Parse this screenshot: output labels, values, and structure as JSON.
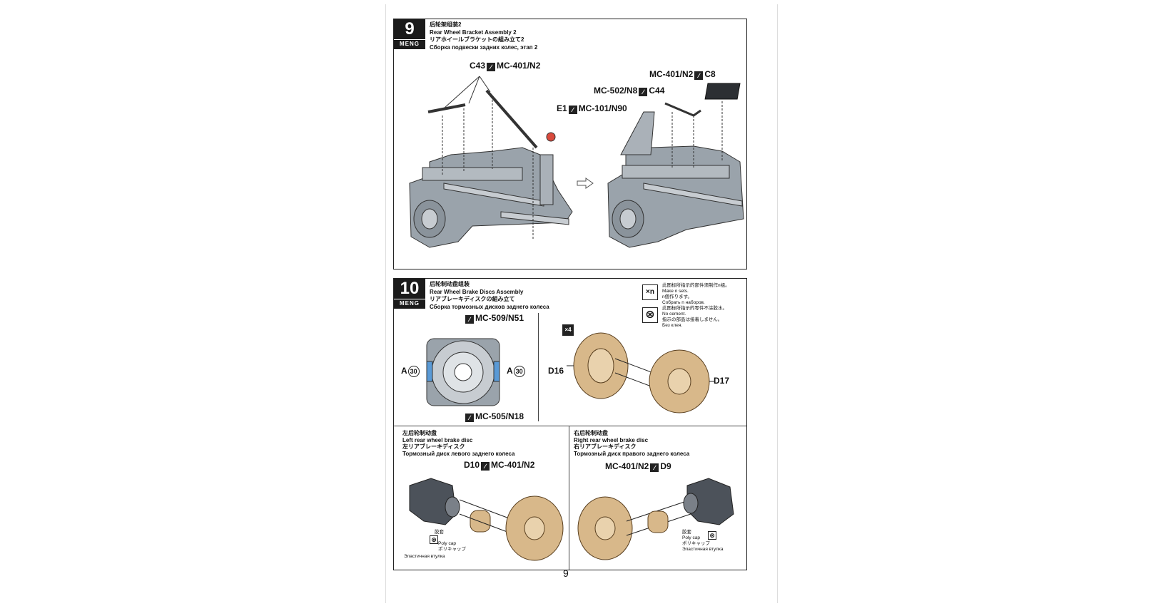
{
  "step9": {
    "number": "9",
    "brand": "MENG",
    "title_cn": "后轮架组装2",
    "title_en": "Rear Wheel Bracket Assembly 2",
    "title_jp": "リアホイールブラケットの組み立て2",
    "title_ru": "Сборка подвески задних колес, этап 2",
    "callouts": {
      "c43_part": "C43",
      "c43_cement": "MC-401/N2",
      "e1_part": "E1",
      "e1_cement": "MC-101/N90",
      "c8_cement": "MC-401/N2",
      "c8_part": "C8",
      "c44_cement": "MC-502/N8",
      "c44_part": "C44"
    }
  },
  "step10": {
    "number": "10",
    "brand": "MENG",
    "title_cn": "后轮制动盘组装",
    "title_en": "Rear Wheel Brake Discs Assembly",
    "title_jp": "リアブレーキディスクの組み立て",
    "title_ru": "Сборка тормозных дисков заднего колеса",
    "legend": {
      "xn_symbol": "×n",
      "xn_cn": "此图标所指示的部件须制作n组。",
      "xn_en": "Make n sets.",
      "xn_jp": "n個作ります。",
      "xn_ru": "Собрать n наборов.",
      "nocement_symbol": "⊗",
      "nocement_cn": "此图标所指示的零件不涂胶水。",
      "nocement_en": "No cement.",
      "nocement_jp": "指示の部品は接着しません。",
      "nocement_ru": "Без клея."
    },
    "disc": {
      "top_cement": "MC-509/N51",
      "bottom_cement": "MC-505/N18",
      "left_label": "A",
      "left_num": "30",
      "right_label": "A",
      "right_num": "30"
    },
    "x4": "×4",
    "d16": "D16",
    "d17": "D17",
    "left": {
      "title_cn": "左后轮制动盘",
      "title_en": "Left rear wheel brake disc",
      "title_jp": "左リアブレーキディスク",
      "title_ru": "Тормозный диск левого заднего колеса",
      "part": "D10",
      "cement": "MC-401/N2",
      "poly_cn": "胶套",
      "poly_en": "Poly cap",
      "poly_jp": "ポリキャップ",
      "poly_ru": "Эластичная втулка"
    },
    "right": {
      "title_cn": "右后轮制动盘",
      "title_en": "Right rear wheel brake disc",
      "title_jp": "右リアブレーキディスク",
      "title_ru": "Тормозный диск правого заднего колеса",
      "part": "D9",
      "cement": "MC-401/N2",
      "poly_cn": "胶套",
      "poly_en": "Poly cap",
      "poly_jp": "ポリキャップ",
      "poly_ru": "Эластичная втулка"
    }
  },
  "page_number": "9",
  "colors": {
    "gray_part": "#9aa3ab",
    "tan_part": "#d8b88a",
    "dark_part": "#4c525a",
    "red_part": "#d94a3d",
    "blue_part": "#5a9ad6"
  }
}
